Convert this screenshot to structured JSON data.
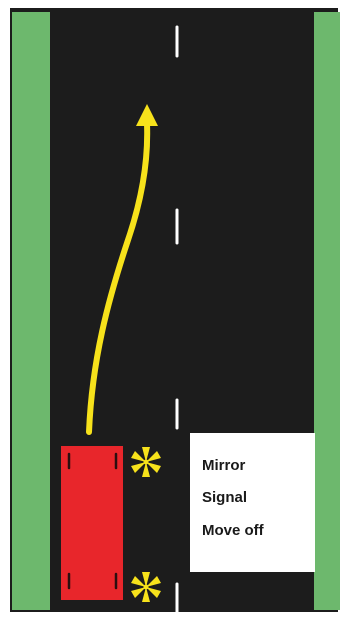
{
  "instructions": [
    "Mirror",
    "Signal",
    "Move off"
  ],
  "icons": {
    "indicator": "indicator-flash-icon",
    "direction": "arrow-up-icon"
  },
  "colors": {
    "road": "#1c1c1c",
    "verge": "#6db86d",
    "car": "#e8262b",
    "arrow": "#f7e21b",
    "indicator": "#f7e21b",
    "lane_marking": "#ffffff",
    "panel": "#ffffff"
  }
}
